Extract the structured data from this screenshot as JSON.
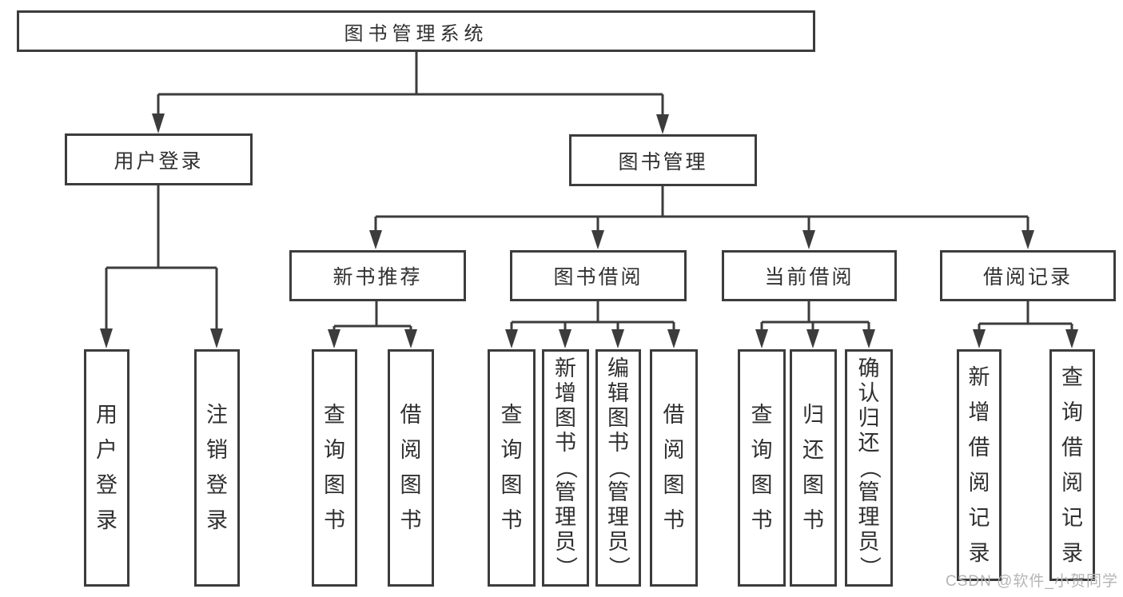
{
  "colors": {
    "line": "#3c3c3c",
    "text": "#303030",
    "box_background": "#ffffff",
    "watermark": "#b5b5b5"
  },
  "diagram": {
    "title_node": {
      "label": "图书管理系统"
    },
    "level2": [
      {
        "id": "user-login",
        "label": "用户登录",
        "parent": "图书管理系统"
      },
      {
        "id": "book-management",
        "label": "图书管理",
        "parent": "图书管理系统"
      }
    ],
    "level3": [
      {
        "id": "new-book-recommend",
        "label": "新书推荐",
        "parent": "图书管理"
      },
      {
        "id": "book-borrowing",
        "label": "图书借阅",
        "parent": "图书管理"
      },
      {
        "id": "current-borrowing",
        "label": "当前借阅",
        "parent": "图书管理"
      },
      {
        "id": "borrow-records",
        "label": "借阅记录",
        "parent": "图书管理"
      }
    ],
    "leaves": [
      {
        "id": "user-login",
        "label": "用户登录",
        "parent": "用户登录"
      },
      {
        "id": "logout",
        "label": "注销登录",
        "parent": "用户登录"
      },
      {
        "id": "query-books-recommend",
        "label": "查询图书",
        "parent": "新书推荐"
      },
      {
        "id": "borrow-books-recommend",
        "label": "借阅图书",
        "parent": "新书推荐"
      },
      {
        "id": "query-books-borrowing",
        "label": "查询图书",
        "parent": "图书借阅"
      },
      {
        "id": "add-books-admin",
        "label": "新增图书（管理员）",
        "parent": "图书借阅"
      },
      {
        "id": "edit-books-admin",
        "label": "编辑图书（管理员）",
        "parent": "图书借阅"
      },
      {
        "id": "borrow-books-borrowing",
        "label": "借阅图书",
        "parent": "图书借阅"
      },
      {
        "id": "query-books-current",
        "label": "查询图书",
        "parent": "当前借阅"
      },
      {
        "id": "return-books",
        "label": "归还图书",
        "parent": "当前借阅"
      },
      {
        "id": "confirm-return-admin",
        "label": "确认归还（管理员）",
        "parent": "当前借阅"
      },
      {
        "id": "add-borrow-record",
        "label": "新增借阅记录",
        "parent": "借阅记录"
      },
      {
        "id": "query-borrow-record",
        "label": "查询借阅记录",
        "parent": "借阅记录"
      }
    ]
  },
  "watermark": {
    "text": "CSDN @软件_小贺同学"
  }
}
